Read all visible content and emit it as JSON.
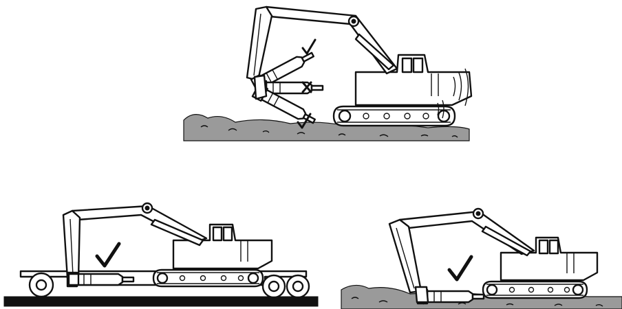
{
  "panels": [
    {
      "id": "top",
      "items": [
        {
          "kind": "check",
          "label": "correct"
        },
        {
          "kind": "cross",
          "label": "incorrect"
        },
        {
          "kind": "check",
          "label": "correct"
        }
      ]
    },
    {
      "id": "bottom-left",
      "items": [
        {
          "kind": "check",
          "label": "correct"
        }
      ]
    },
    {
      "id": "bottom-right",
      "items": [
        {
          "kind": "check",
          "label": "correct"
        }
      ]
    }
  ],
  "colors": {
    "ink": "#111111",
    "ground": "#9a9a9a",
    "paper": "#ffffff"
  },
  "icons": [
    "excavator-icon",
    "hydraulic-hammer-icon",
    "check-mark-icon",
    "cross-mark-icon",
    "low-loader-trailer-icon",
    "ground-icon"
  ]
}
